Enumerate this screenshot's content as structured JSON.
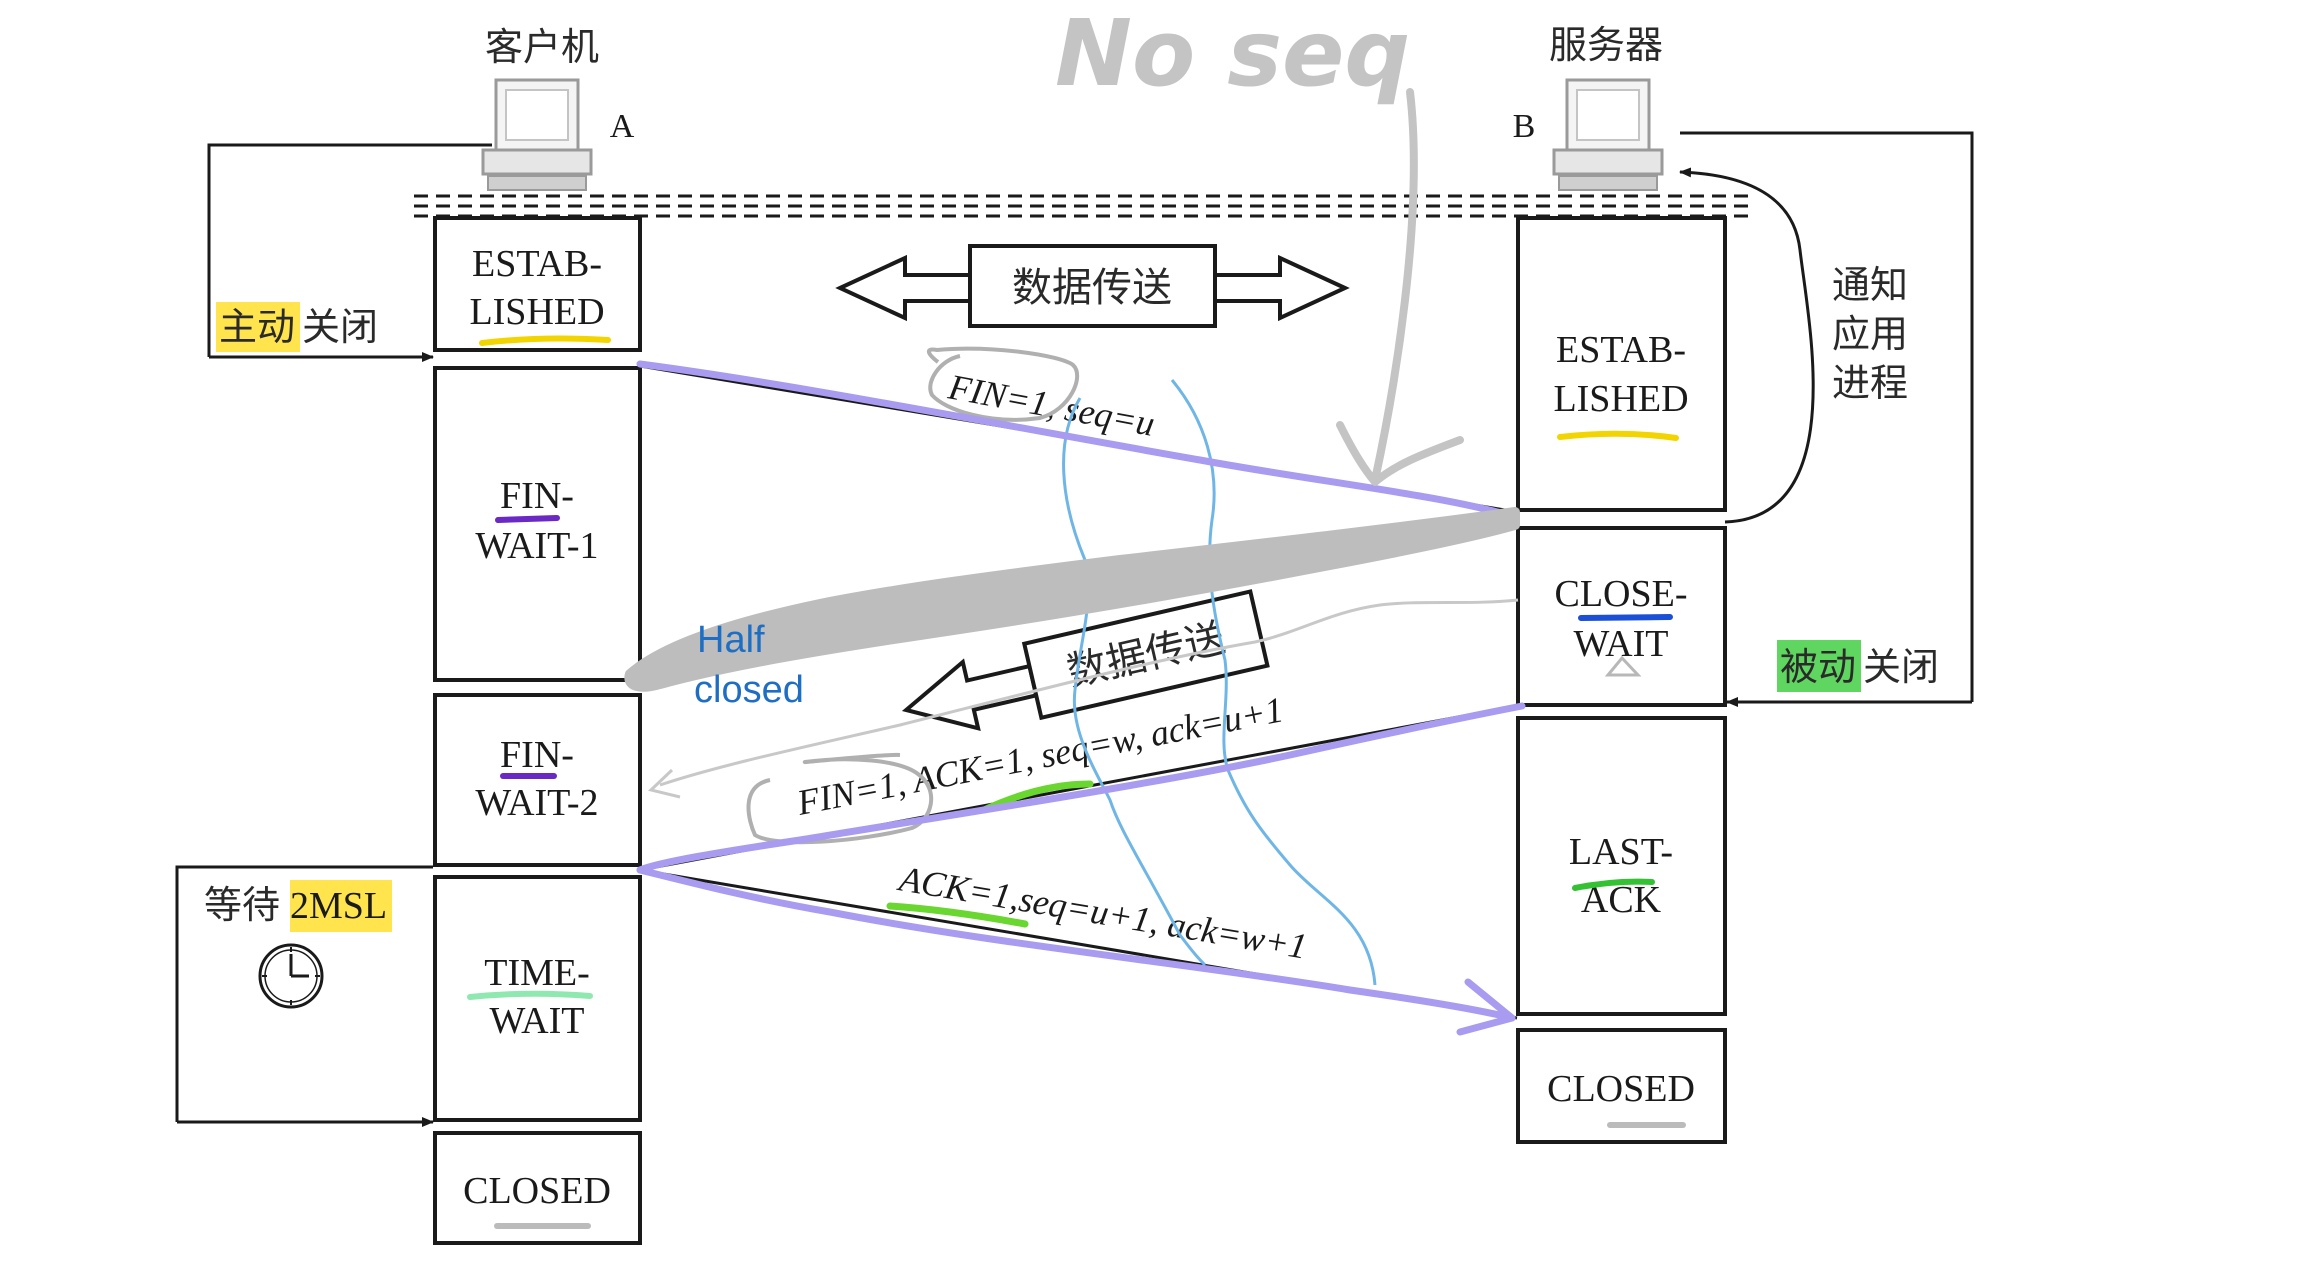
{
  "hosts": {
    "client": {
      "label": "客户机",
      "letter": "A"
    },
    "server": {
      "label": "服务器",
      "letter": "B"
    }
  },
  "client_states": [
    "ESTAB-",
    "LISHED",
    "FIN-",
    "WAIT-1",
    "FIN-",
    "WAIT-2",
    "TIME-",
    "WAIT",
    "CLOSED"
  ],
  "server_states": [
    "ESTAB-",
    "LISHED",
    "CLOSE-",
    "WAIT",
    "LAST-",
    "ACK",
    "CLOSED"
  ],
  "side_labels": {
    "active_close_hl": "主动",
    "active_close_rest": "关闭",
    "passive_close_hl": "被动",
    "passive_close_rest": "关闭",
    "notify_app": [
      "通知",
      "应用",
      "进程"
    ],
    "wait_prefix": "等待",
    "wait_hl": "2MSL"
  },
  "data_transfer": [
    "数据传送",
    "数据传送"
  ],
  "segments": {
    "fin1": "FIN=1, seq=u",
    "fin2": "FIN=1, ACK=1, seq=w, ack=u+1",
    "ack_final": "ACK=1,seq=u+1, ack=w+1"
  },
  "annotations": {
    "no_seq": "No seq",
    "half_closed": [
      "Half",
      "closed"
    ]
  },
  "colors": {
    "box_stroke": "#1a1a1a",
    "purple_line": "#a89bf0",
    "gray_smear": "#bdbdbd",
    "blue_squiggle": "#6fb6e6",
    "yellow_highlight": "#ffe44d",
    "green_highlight": "#5fd65f",
    "underline_yellow": "#f2d500",
    "underline_purple": "#6a28c4",
    "underline_blue": "#1a4fd6",
    "underline_green": "#34c234",
    "underline_mint": "#8fe8b0",
    "underline_gray": "#bbbbbb"
  }
}
